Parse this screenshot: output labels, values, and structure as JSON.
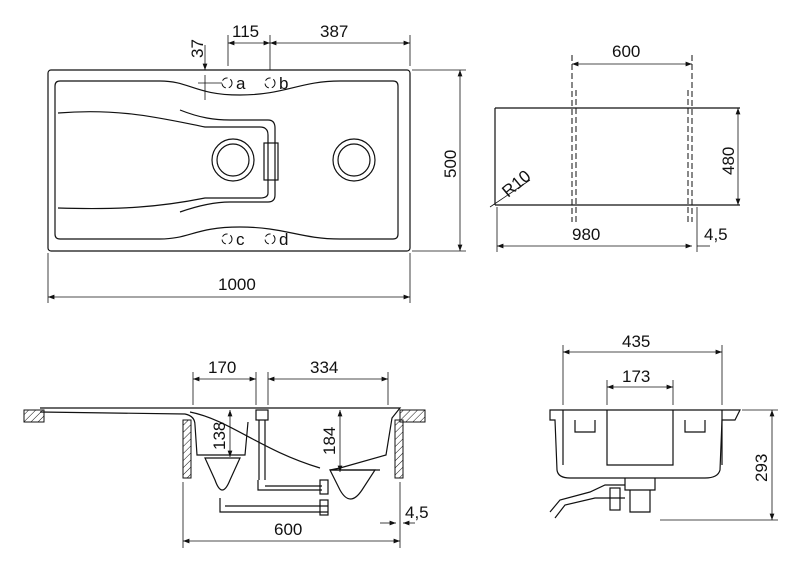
{
  "top_view": {
    "dims": {
      "d37": "37",
      "d115": "115",
      "d387": "387",
      "d500": "500",
      "d1000": "1000"
    },
    "holes": {
      "a": "a",
      "b": "b",
      "c": "c",
      "d": "d"
    }
  },
  "cutout_view": {
    "dims": {
      "d600": "600",
      "d480": "480",
      "radius": "R10",
      "d980": "980",
      "d4_5": "4,5"
    }
  },
  "front_section": {
    "dims": {
      "d170": "170",
      "d334": "334",
      "d138": "138",
      "d184": "184",
      "d600": "600",
      "d4_5": "4,5"
    }
  },
  "side_section": {
    "dims": {
      "d435": "435",
      "d173": "173",
      "d293": "293"
    }
  }
}
